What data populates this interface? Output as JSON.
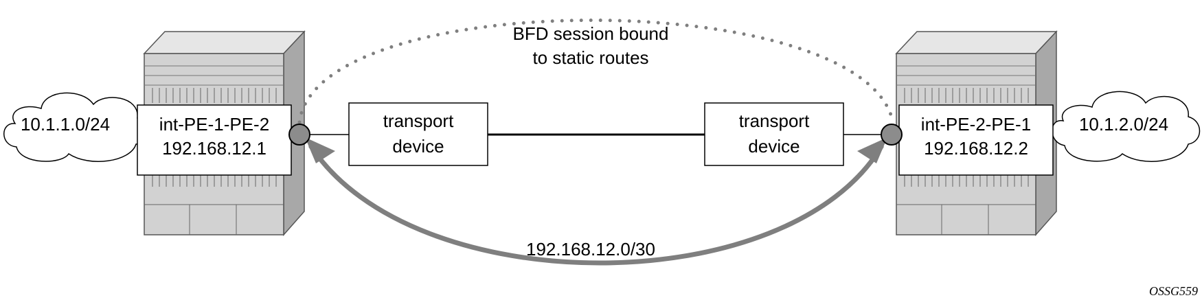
{
  "diagram": {
    "bfd_label": [
      "BFD session bound",
      "to static routes"
    ],
    "link_label": "192.168.12.0/30",
    "figure_id": "OSSG559",
    "left_router": {
      "name": "int-PE-1-PE-2",
      "ip": "192.168.12.1",
      "network": "10.1.1.0/24"
    },
    "right_router": {
      "name": "int-PE-2-PE-1",
      "ip": "192.168.12.2",
      "network": "10.1.2.0/24"
    },
    "transport_left": [
      "transport",
      "device"
    ],
    "transport_right": [
      "transport",
      "device"
    ],
    "colors": {
      "arrow": "#7f7f7f",
      "interface_dot": "#8c8c8c",
      "chassis_front": "#d2d2d2",
      "chassis_side": "#a8a8a8",
      "chassis_top": "#e4e4e4"
    }
  }
}
